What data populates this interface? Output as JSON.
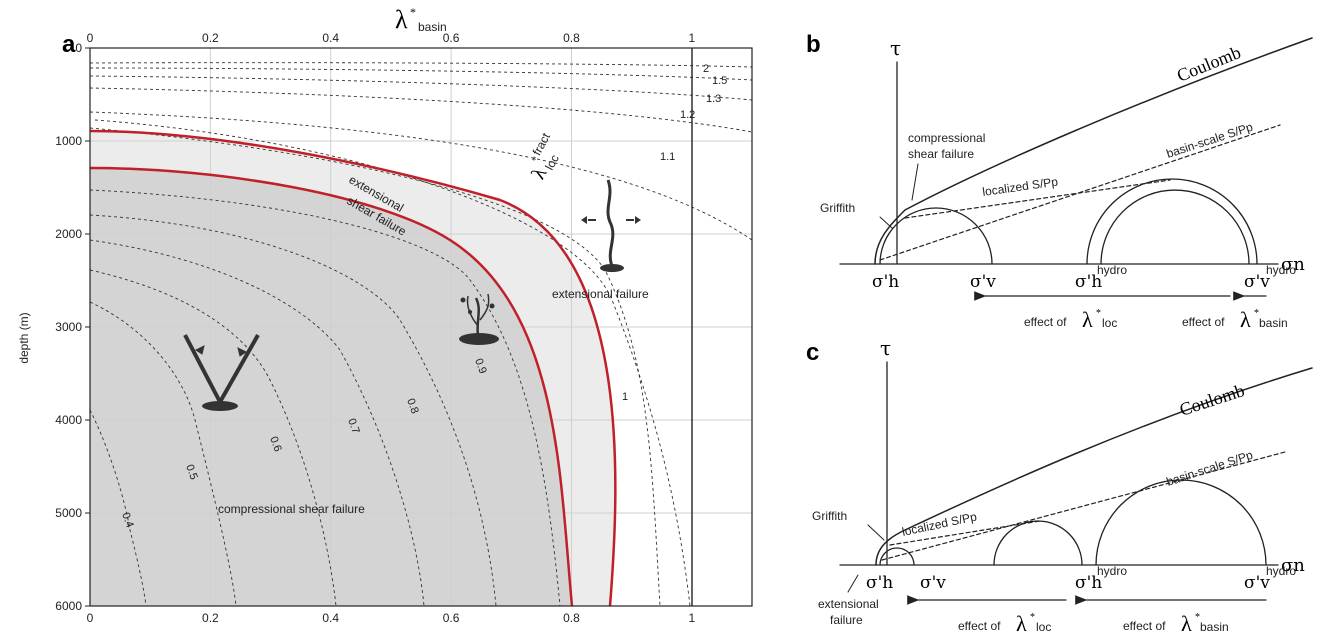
{
  "panel_a": {
    "letter": "a",
    "top_axis": {
      "symbol": "λ",
      "star": "*",
      "sub": "basin"
    },
    "x_ticks": [
      "0",
      "0.2",
      "0.4",
      "0.6",
      "0.8",
      "1"
    ],
    "y_ticks": [
      "0",
      "1000",
      "2000",
      "3000",
      "4000",
      "5000",
      "6000"
    ],
    "y_label": "depth (m)",
    "x_range": [
      0,
      1.1
    ],
    "y_range": [
      0,
      6000
    ],
    "contour_labels": [
      "2",
      "1.5",
      "1.3",
      "1.2",
      "1.1",
      "1",
      "0.9",
      "0.8",
      "0.7",
      "0.6",
      "0.5",
      "0.4"
    ],
    "lambda_fract": {
      "symbol": "λ",
      "star": "*",
      "sub": "loc",
      "sup": "fract"
    },
    "regions": {
      "extensional_shear": [
        "extensional",
        "shear failure"
      ],
      "extensional": "extensional failure",
      "compressional": "compressional shear failure"
    },
    "colors": {
      "boundary": "#c0202a",
      "dark_fill": "#d4d4d4",
      "light_fill": "#ececec",
      "grid": "#cfcfcf"
    }
  },
  "panel_b": {
    "letter": "b",
    "tau": "τ",
    "sigma_n": "σn",
    "coulomb": "Coulomb",
    "griffith": "Griffith",
    "compressional": [
      "compressional",
      "shear failure"
    ],
    "localized": "localized S/Pp",
    "basin_scale": "basin-scale S/Pp",
    "sigma_h": "σ'h",
    "sigma_v": "σ'v",
    "sigma_h_hydro": "σ'h",
    "sigma_v_hydro": "σ'v",
    "hydro": "hydro",
    "effect_loc": "effect of",
    "effect_basin": "effect of",
    "loc_sub": "loc",
    "basin_sub": "basin"
  },
  "panel_c": {
    "letter": "c",
    "tau": "τ",
    "sigma_n": "σn",
    "coulomb": "Coulomb",
    "griffith": "Griffith",
    "localized": "localized S/Pp",
    "basin_scale": "basin-scale S/Pp",
    "extensional": [
      "extensional",
      "failure"
    ],
    "sigma_h": "σ'h",
    "sigma_v": "σ'v",
    "sigma_h_hydro": "σ'h",
    "sigma_v_hydro": "σ'v",
    "hydro": "hydro",
    "effect_loc": "effect of",
    "effect_basin": "effect of",
    "loc_sub": "loc",
    "basin_sub": "basin"
  }
}
